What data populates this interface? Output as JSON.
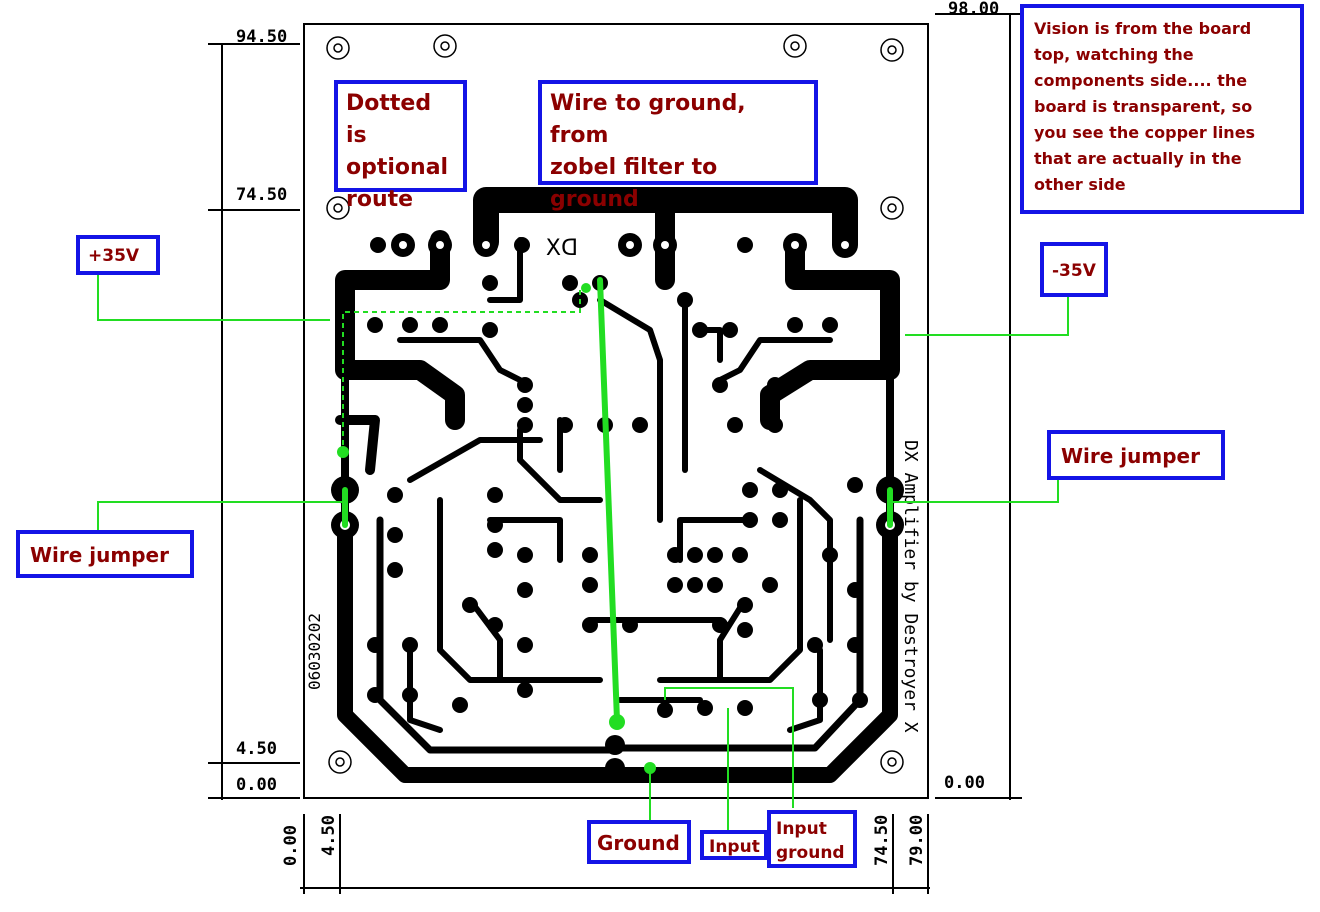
{
  "dimensions": {
    "left_top": "94.50",
    "left_mid": "74.50",
    "left_low": "4.50",
    "left_zero": "0.00",
    "right_top": "98.00",
    "right_zero": "0.00",
    "bottom_zero": "0.00",
    "bottom_left": "4.50",
    "bottom_right1": "74.50",
    "bottom_right2": "79.00"
  },
  "silkscreen": {
    "dx": "DX",
    "credit": "DX Amplifier by Destroyer X",
    "date": "06030202"
  },
  "notes": {
    "dotted": [
      "Dotted is",
      "optional",
      "route"
    ],
    "wire_ground": [
      "Wire to ground, from",
      "zobel filter to",
      "ground"
    ],
    "vision": [
      "Vision is from the board",
      "top, watching the",
      "components side.... the",
      "board is transparent, so",
      "you see the copper lines",
      "that are actually in the",
      "other side"
    ],
    "plus_35": "+35V",
    "minus_35": "-35V",
    "wire_jumper_left": "Wire jumper",
    "wire_jumper_right": "Wire jumper",
    "ground": "Ground",
    "input": "Input",
    "input_ground": [
      "Input",
      "ground"
    ]
  },
  "colors": {
    "box_border": "#1414e6",
    "note_text": "#8b0000",
    "wire": "#22dd22",
    "copper": "#000000"
  }
}
